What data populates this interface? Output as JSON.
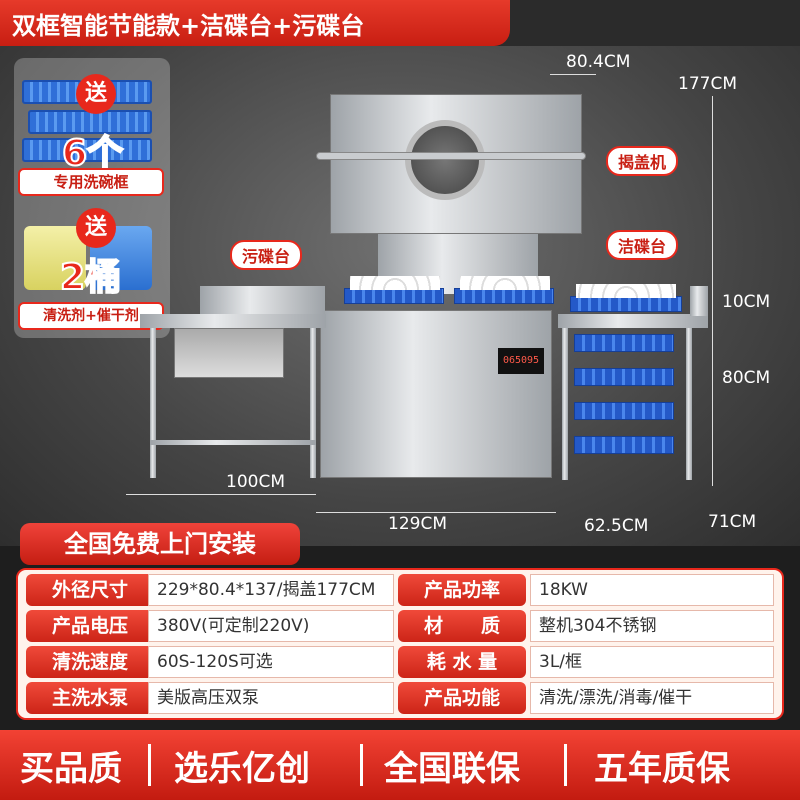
{
  "title": "双框智能节能款+洁碟台+污碟台",
  "gifts": {
    "gift1_badge": "送",
    "gift1_count": "6个",
    "gift1_label": "专用洗碗框",
    "gift2_badge": "送",
    "gift2_count": "2桶",
    "gift2_label": "清洗剂+催干剂"
  },
  "dimensions": {
    "top_width": "80.4CM",
    "total_height": "177CM",
    "clean_table_gap": "10CM",
    "table_height": "80CM",
    "dirty_table_length": "100CM",
    "machine_length": "129CM",
    "clean_table_length": "62.5CM",
    "depth": "71CM"
  },
  "labels": {
    "hood": "揭盖机",
    "dirty_table": "污碟台",
    "clean_table": "洁碟台",
    "display": "065095"
  },
  "install_banner": "全国免费上门安装",
  "specs": [
    {
      "key": "外径尺寸",
      "value": "229*80.4*137/揭盖177CM"
    },
    {
      "key": "产品功率",
      "value": "18KW"
    },
    {
      "key": "产品电压",
      "value": "380V(可定制220V)"
    },
    {
      "key": "材　　质",
      "value": "整机304不锈钢"
    },
    {
      "key": "清洗速度",
      "value": "60S-120S可选"
    },
    {
      "key": "耗 水 量",
      "value": "3L/框"
    },
    {
      "key": "主洗水泵",
      "value": "美版高压双泵"
    },
    {
      "key": "产品功能",
      "value": "清洗/漂洗/消毒/催干"
    }
  ],
  "footer": [
    "买品质",
    "选乐亿创",
    "全国联保",
    "五年质保"
  ],
  "colors": {
    "brand_red": "#e8281c",
    "rack_blue": "#2f6fd8"
  }
}
